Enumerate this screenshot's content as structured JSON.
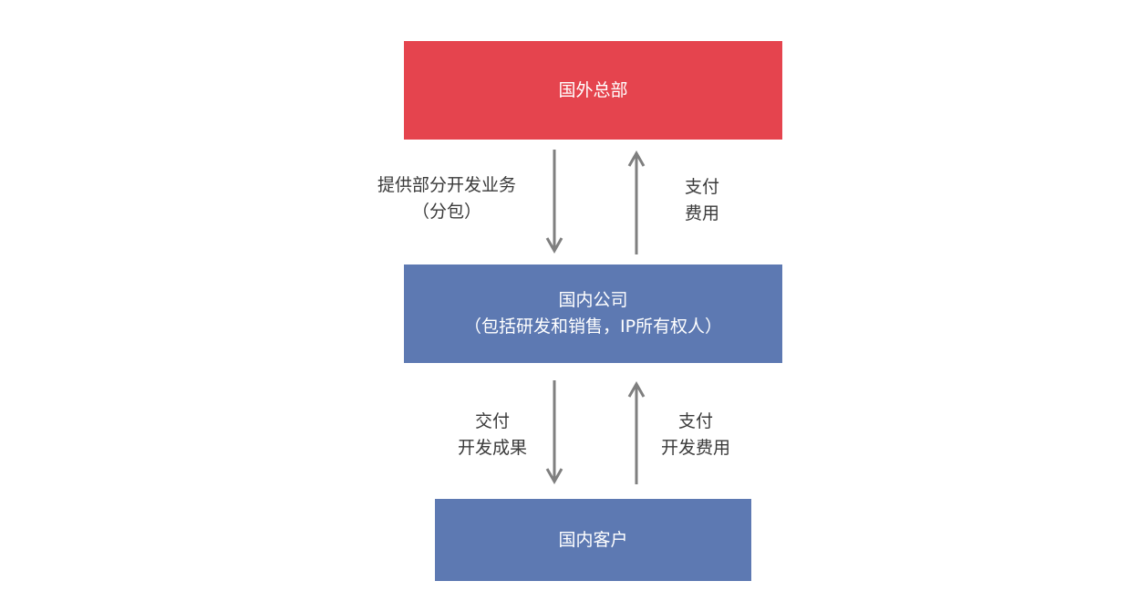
{
  "colors": {
    "hq_box": "#E5444E",
    "domestic_box": "#5D79B2",
    "arrow": "#7F7F7F"
  },
  "nodes": {
    "overseas_hq": {
      "label": "国外总部"
    },
    "domestic_company": {
      "label_line1": "国内公司",
      "label_line2": "（包括研发和销售，IP所有权人）"
    },
    "domestic_client": {
      "label": "国内客户"
    }
  },
  "edges": {
    "hq_to_company": {
      "line1": "提供部分开发业务",
      "line2": "（分包）"
    },
    "company_to_hq": {
      "line1": "支付",
      "line2": "费用"
    },
    "company_to_client": {
      "line1": "交付",
      "line2": "开发成果"
    },
    "client_to_company": {
      "line1": "支付",
      "line2": "开发费用"
    }
  }
}
